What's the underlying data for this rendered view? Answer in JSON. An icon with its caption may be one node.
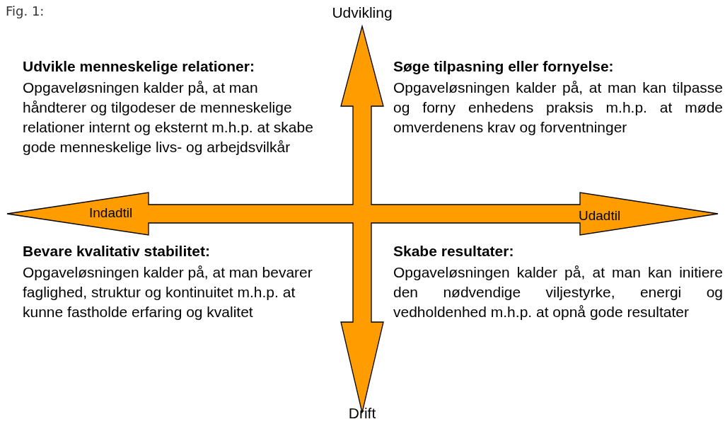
{
  "diagram": {
    "title": "Fig. 1:",
    "labels": [
      "Udvikling",
      "Udvikle menneskelige relationer:",
      "Opgaveløsningen kalder på, at man håndterer og tilgodeser de menneskelige relationer internt og eksternt m.h.p. at skabe gode menneskelige livs- og arbejdsvilkår",
      "Søge tilpasning eller fornyelse:",
      "Opgaveløsningen kalder på, at man kan tilpasse og forny enhedens praksis m.h.p. at møde omverdenens krav og forventninger",
      "Indadtil",
      "Udadtil",
      "Bevare kvalitativ stabilitet:",
      "Opgaveløsningen kalder på, at man bevarer faglighed, struktur og kontinuitet m.h.p. at kunne fastholde erfaring og kvalitet",
      "Skabe resultater:",
      "Opgaveløsningen kalder på, at man kan initiere den nødvendige viljestyrke, energi og vedholdenhed m.h.p. at opnå gode resultater",
      "Drift"
    ]
  }
}
